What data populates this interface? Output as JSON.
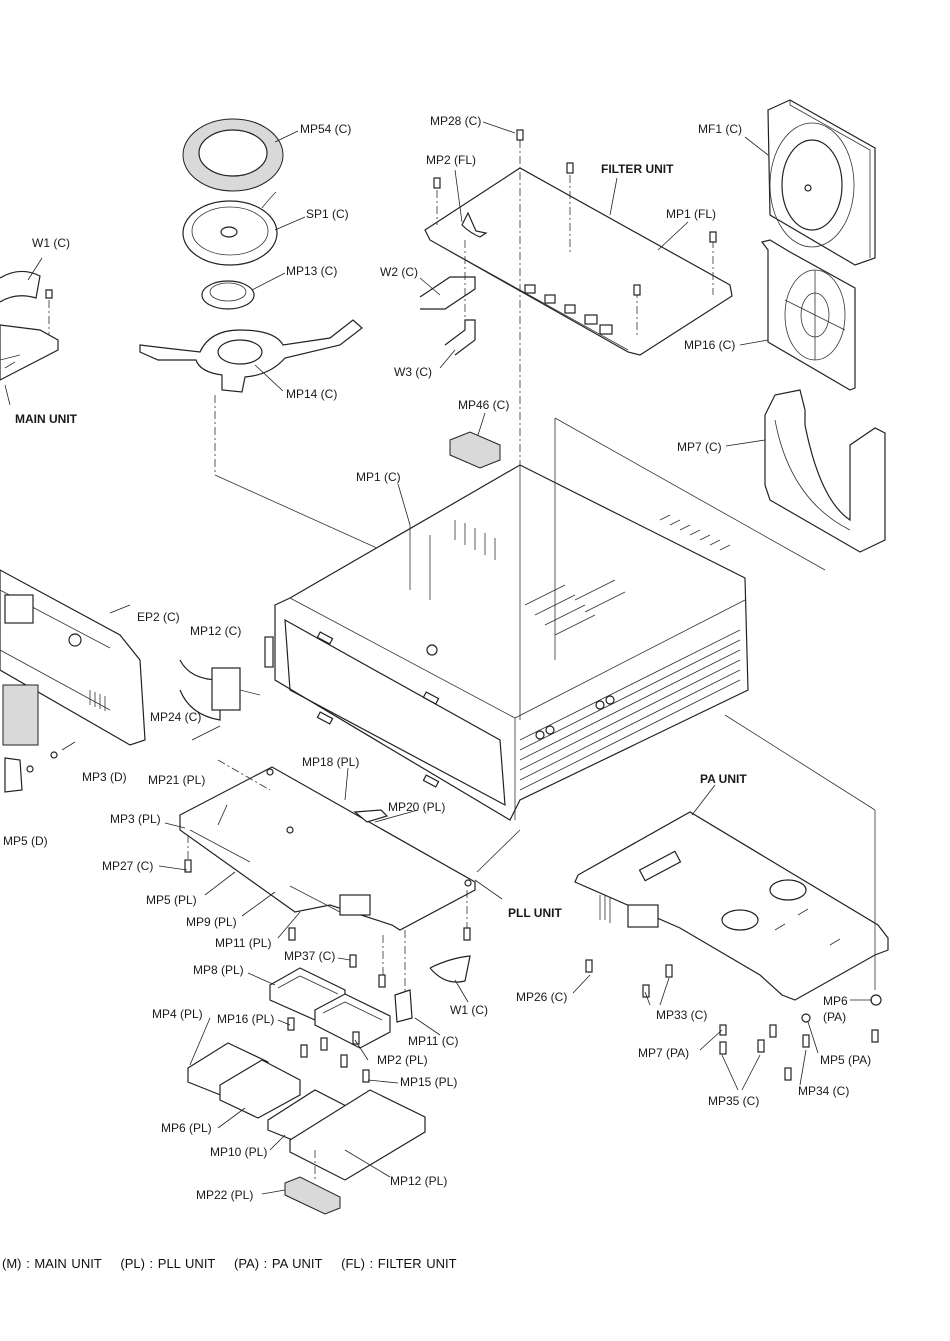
{
  "diagram": {
    "type": "exploded-parts-view",
    "units": [
      {
        "id": "main-unit",
        "label": "MAIN UNIT"
      },
      {
        "id": "filter-unit",
        "label": "FILTER UNIT"
      },
      {
        "id": "pll-unit",
        "label": "PLL UNIT"
      },
      {
        "id": "pa-unit",
        "label": "PA UNIT"
      }
    ],
    "parts": {
      "mp54_c": "MP54 (C)",
      "sp1_c": "SP1 (C)",
      "mp13_c": "MP13 (C)",
      "mp14_c": "MP14 (C)",
      "w1_c_top": "W1 (C)",
      "mp28_c": "MP28 (C)",
      "mp2_fl": "MP2 (FL)",
      "mp1_fl": "MP1 (FL)",
      "w2_c": "W2 (C)",
      "w3_c": "W3 (C)",
      "mf1_c": "MF1 (C)",
      "mp16_c": "MP16 (C)",
      "mp7_c": "MP7 (C)",
      "mp46_c": "MP46 (C)",
      "mp1_c": "MP1 (C)",
      "ep2_c": "EP2 (C)",
      "mp12_c": "MP12 (C)",
      "mp24_c": "MP24 (C)",
      "mp3_d": "MP3 (D)",
      "mp5_d": "MP5 (D)",
      "mp21_pl": "MP21 (PL)",
      "mp18_pl": "MP18 (PL)",
      "mp3_pl": "MP3 (PL)",
      "mp20_pl": "MP20 (PL)",
      "mp27_c": "MP27 (C)",
      "mp5_pl": "MP5 (PL)",
      "mp9_pl": "MP9 (PL)",
      "mp11_pl": "MP11 (PL)",
      "mp37_c": "MP37 (C)",
      "mp8_pl": "MP8 (PL)",
      "mp4_pl": "MP4 (PL)",
      "mp16_pl": "MP16 (PL)",
      "mp2_pl": "MP2 (PL)",
      "mp15_pl": "MP15 (PL)",
      "mp11_c": "MP11 (C)",
      "w1_c_bottom": "W1 (C)",
      "mp6_pl": "MP6 (PL)",
      "mp10_pl": "MP10 (PL)",
      "mp12_pl": "MP12 (PL)",
      "mp22_pl": "MP22 (PL)",
      "mp26_c": "MP26 (C)",
      "mp33_c": "MP33 (C)",
      "mp7_pa": "MP7 (PA)",
      "mp35_c": "MP35 (C)",
      "mp6_pa_line1": "MP6",
      "mp6_pa_line2": "(PA)",
      "mp5_pa": "MP5 (PA)",
      "mp34_c": "MP34 (C)"
    },
    "legend": [
      "(M) : MAIN UNIT",
      "(PL) : PLL UNIT",
      "(PA) : PA UNIT",
      "(FL) : FILTER UNIT"
    ]
  }
}
